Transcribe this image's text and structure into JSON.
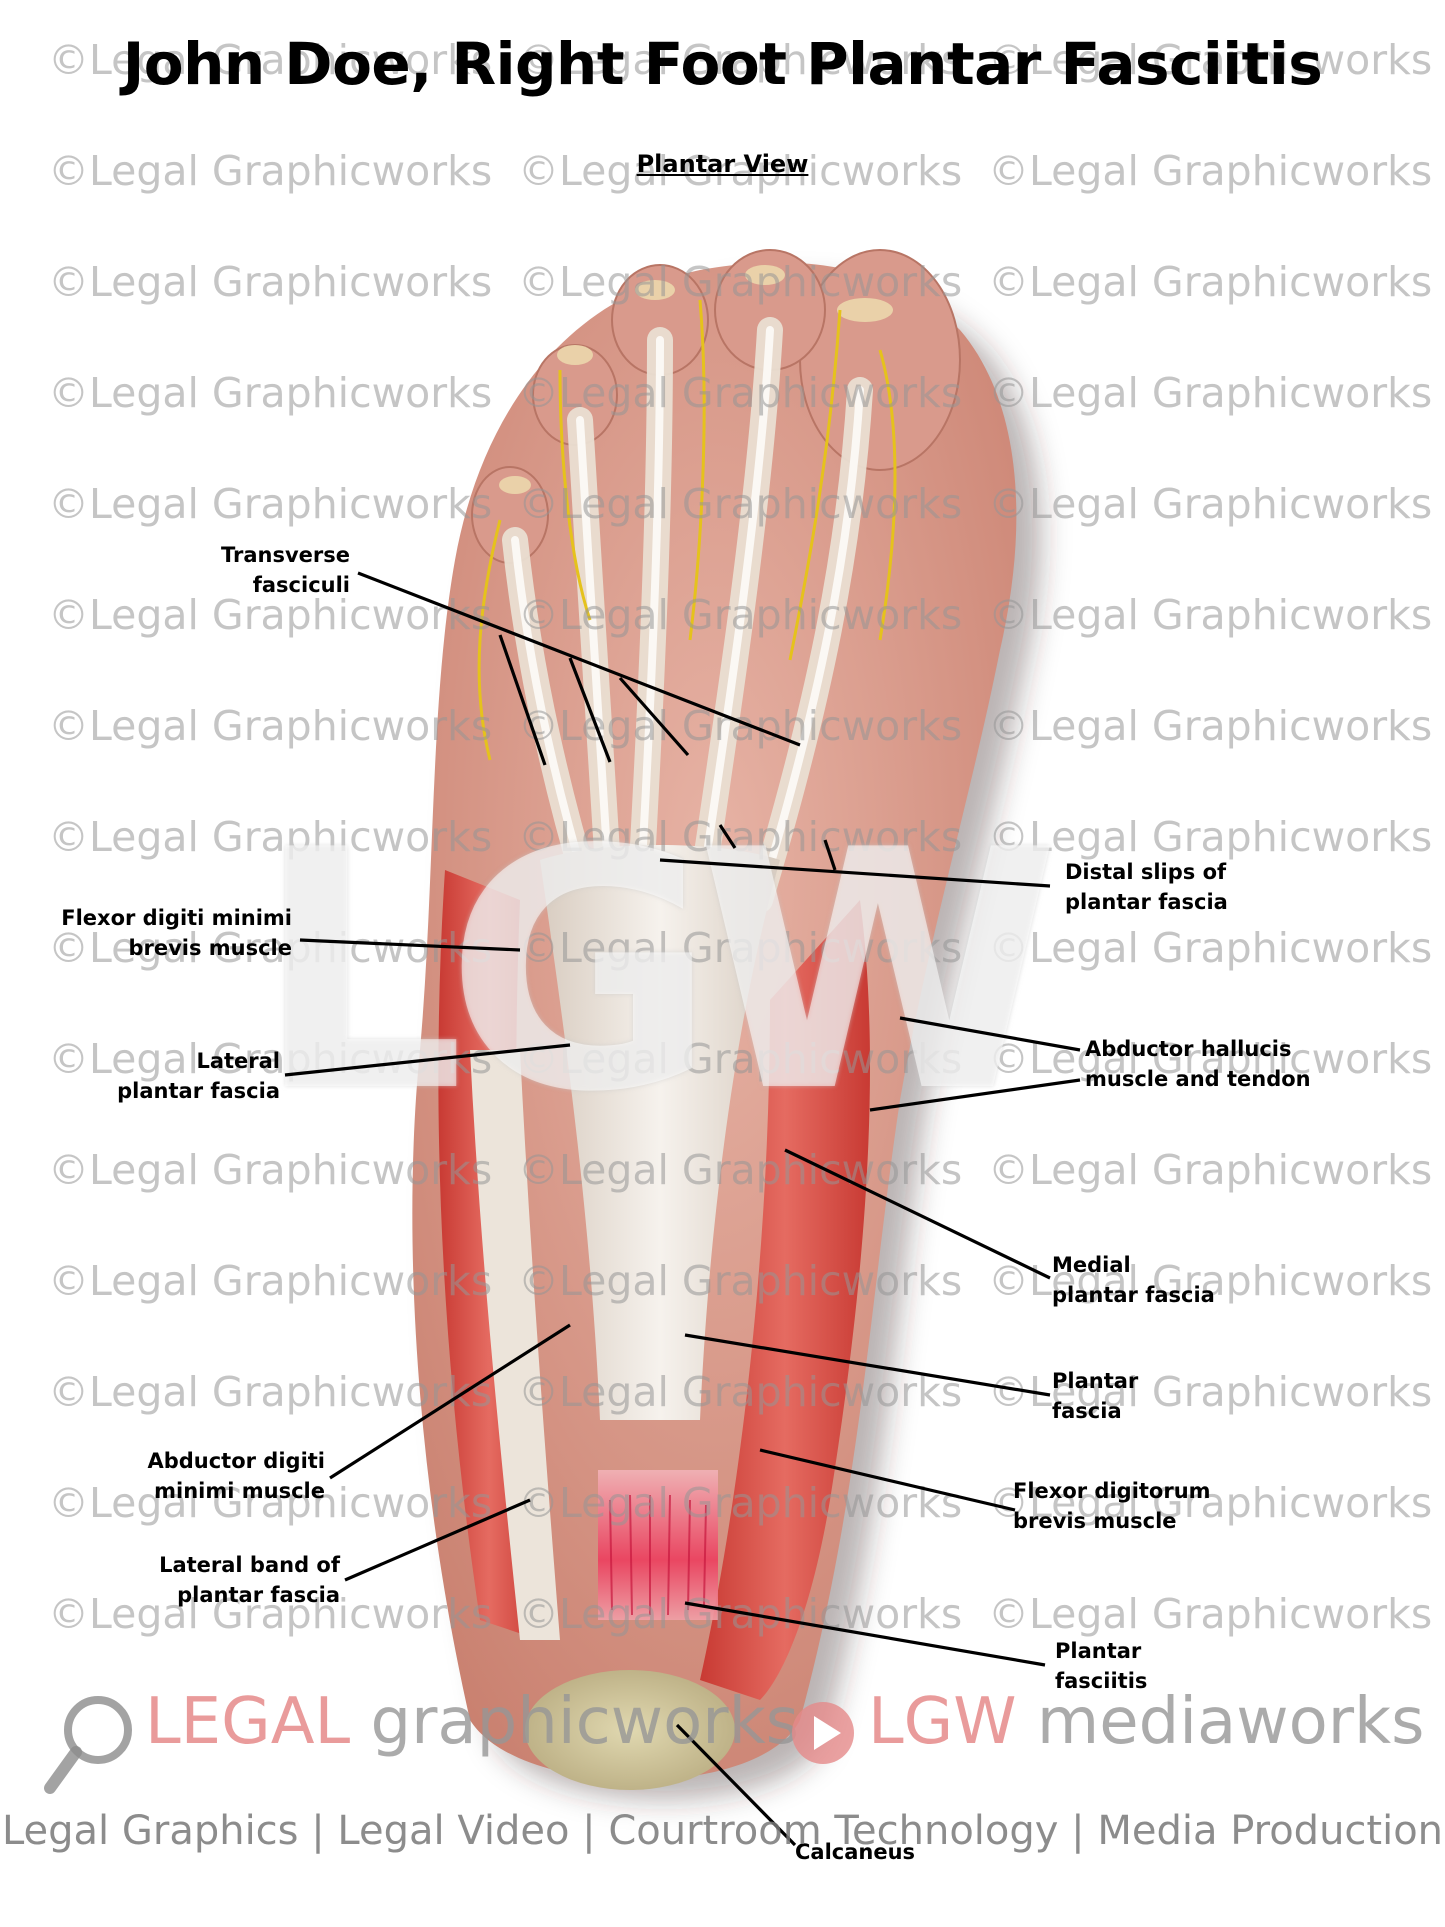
{
  "title": "John Doe, Right Foot Plantar Fasciitis",
  "subtitle": "Plantar View",
  "watermark": {
    "text": "©Legal Graphicworks",
    "logo_text": "LGW"
  },
  "labels": {
    "transverse_fasciculi": [
      "Transverse",
      "fasciculi"
    ],
    "distal_slips": [
      "Distal slips of",
      "plantar fascia"
    ],
    "flexor_digiti_minimi": [
      "Flexor digiti minimi",
      "brevis muscle"
    ],
    "lateral_plantar_fascia": [
      "Lateral",
      "plantar fascia"
    ],
    "abductor_hallucis": [
      "Abductor hallucis",
      "muscle and tendon"
    ],
    "medial_plantar_fascia": [
      "Medial",
      "plantar fascia"
    ],
    "plantar_fascia": [
      "Plantar",
      "fascia"
    ],
    "abductor_digiti_minimi": [
      "Abductor digiti",
      "minimi muscle"
    ],
    "flexor_digitorum_brevis": [
      "Flexor digitorum",
      "brevis muscle"
    ],
    "lateral_band": [
      "Lateral band of",
      "plantar fascia"
    ],
    "plantar_fasciitis": [
      "Plantar",
      "fasciitis"
    ],
    "calcaneus": "Calcaneus"
  },
  "branding": {
    "legal_part1": "LEGAL",
    "legal_part2": "graphicworks",
    "lgw_part1": "LGW",
    "lgw_part2": "mediaworks",
    "tagline": "Legal Graphics | Legal Video | Courtroom Technology | Media Production"
  },
  "colors": {
    "brand_red": "#e58a8a",
    "brand_gray": "#9a9a9a",
    "muscle_red": "#d9544f",
    "fascia_white": "#efe9e2",
    "skin": "#d79b8c",
    "nerve_yellow": "#e5c21c",
    "inflamed": "#e83a5a"
  }
}
